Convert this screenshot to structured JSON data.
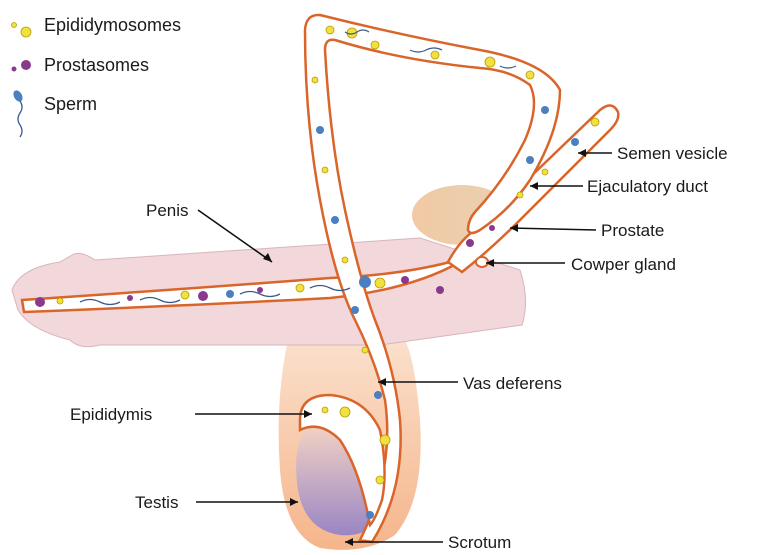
{
  "legend": {
    "items": [
      {
        "label": "Epididymosomes",
        "icon": "epididymosome-icon",
        "color": "#f0e040"
      },
      {
        "label": "Prostasomes",
        "icon": "prostasome-icon",
        "color": "#8a3a8c"
      },
      {
        "label": "Sperm",
        "icon": "sperm-icon",
        "color": "#4a7fc1"
      }
    ]
  },
  "labels": {
    "semen_vesicle": "Semen vesicle",
    "ejaculatory_duct": "Ejaculatory duct",
    "prostate": "Prostate",
    "cowper_gland": "Cowper gland",
    "penis": "Penis",
    "vas_deferens": "Vas deferens",
    "epididymis": "Epididymis",
    "testis": "Testis",
    "scrotum": "Scrotum"
  },
  "colors": {
    "duct_outline": "#d9652a",
    "penis_fill": "#f2d7db",
    "scrotum_fill": "#f6c8a4",
    "testis_fill": "#a690c8",
    "prostate_fill": "#eec9a5",
    "sperm": "#4a7fc1",
    "epididymosome": "#f0e040",
    "prostasome": "#8a3a8c"
  }
}
